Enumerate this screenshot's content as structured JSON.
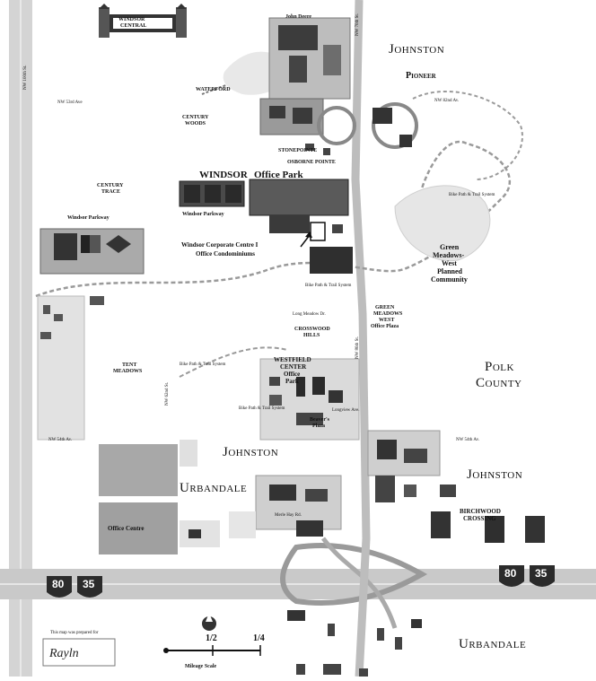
{
  "regions": {
    "johnston_top": "Johnston",
    "pioneer": "Pioneer",
    "polk_county_1": "Polk",
    "polk_county_2": "County",
    "johnston_mid": "Johnston",
    "urbandale_mid": "Urbandale",
    "johnston_right": "Johnston",
    "urbandale_bottom": "Urbandale",
    "green_meadows_west_1": "Green",
    "green_meadows_west_2": "Meadows-",
    "green_meadows_west_3": "West",
    "green_meadows_west_4": "Planned",
    "green_meadows_west_5": "Community"
  },
  "places": {
    "windsor": "WINDSOR",
    "office_park": "Office Park",
    "windsor_parkway_inner": "Windsor Parkway",
    "windsor_parkway": "Windsor Parkway",
    "windsor_corporate_1": "Windsor Corporate Centre I",
    "windsor_corporate_2": "Office Condominiums",
    "century_woods_1": "CENTURY",
    "century_woods_2": "WOODS",
    "century_trace_1": "CENTURY",
    "century_trace_2": "TRACE",
    "tent_meadows_1": "TENT",
    "tent_meadows_2": "MEADOWS",
    "westfield_center_1": "WESTFIELD",
    "westfield_center_2": "CENTER",
    "westfield_center_3": "Office",
    "westfield_center_4": "Park",
    "crosswood_hills_1": "CROSSWOOD",
    "crosswood_hills_2": "HILLS",
    "green_meadows_office_1": "GREEN",
    "green_meadows_office_2": "MEADOWS",
    "green_meadows_office_3": "WEST",
    "green_meadows_office_4": "Office Plaza",
    "birchwood_crossing_1": "BIRCHWOOD",
    "birchwood_crossing_2": "CROSSING",
    "office_centre": "Office Centre",
    "waterford": "WATERFORD",
    "stonepointe": "STONEPOINTE",
    "osborne_pointe": "OSBORNE POINTE",
    "john_deere": "John Deere",
    "nw_53rd": "NW 53rd Ave",
    "nw_82nd": "NW 82nd Av.",
    "nw_70th": "NW 70th St.",
    "nw_86th": "NW 86th St.",
    "nw_62nd": "NW 62nd St.",
    "nw_54th": "NW 54th Av.",
    "nw_100th": "NW 100th St.",
    "nw_54th_right": "NW 54th Av.",
    "long_meadow": "Long Meadow Dr.",
    "bike_path_1": "Bike Path & Trail System",
    "bike_path_2": "Bike Path & Trail System",
    "bike_path_3": "Bike Path & Trail System",
    "bike_path_4": "Bike Path & Trail System",
    "longview": "Longview Ave.",
    "beavers_1": "Beaver's",
    "beavers_2": "Plaza",
    "merle_hay": "Merle Hay Rd.",
    "windsor_shield_1": "WINDSOR",
    "windsor_shield_2": "CENTRAL",
    "credit": "This map was prepared for",
    "mileage": "Mileage Scale",
    "scale_half": "1/2",
    "scale_quarter": "1/4",
    "interstate_80": "80",
    "interstate_35": "35",
    "interstate_80_r": "80",
    "interstate_35_r": "35"
  },
  "colors": {
    "road": "#bdbdbd",
    "block_dark": "#3a3a3a",
    "block_mid": "#8a8a8a",
    "block_light": "#cfcfcf",
    "parcel": "#a8a8a8",
    "shield": "#2b2b2b"
  }
}
